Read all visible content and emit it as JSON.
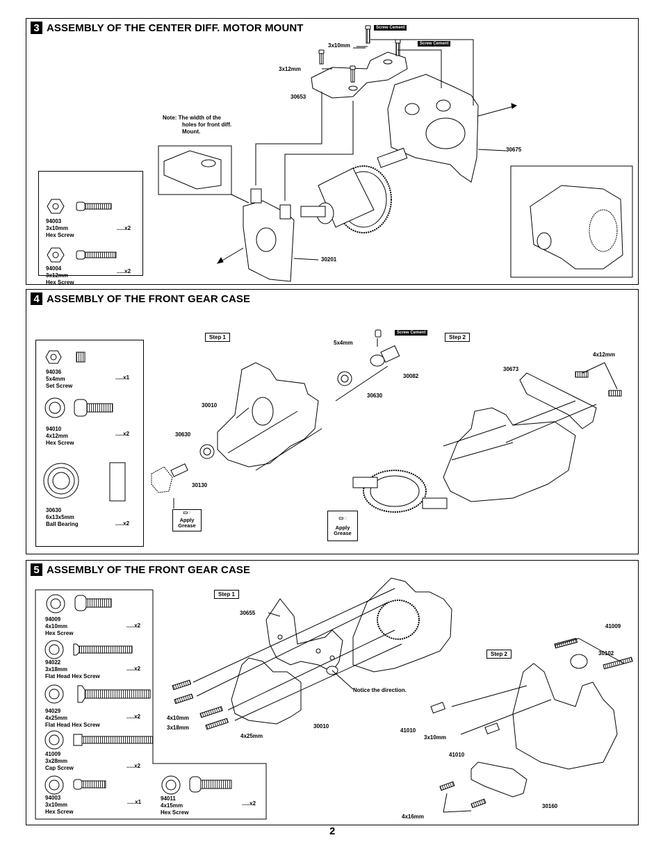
{
  "page_number": "2",
  "section3": {
    "number": "3",
    "title": "ASSEMBLY OF THE CENTER DIFF. MOTOR MOUNT",
    "note": [
      "Note: The width of the",
      "holes for front diff.",
      "Mount."
    ],
    "labels": {
      "m3x10": "3x10mm",
      "m3x12": "3x12mm",
      "p30653": "30653",
      "p30675": "30675",
      "p30201": "30201"
    },
    "cement1": "Screw Cement",
    "cement2": "Screw Cement",
    "parts": [
      {
        "id": "94003",
        "size": "3x10mm",
        "type": "Hex Screw",
        "qty": ".....x2"
      },
      {
        "id": "94004",
        "size": "3x12mm",
        "type": "Hex Screw",
        "qty": ".....x2"
      }
    ]
  },
  "section4": {
    "number": "4",
    "title": "ASSEMBLY OF THE FRONT GEAR CASE",
    "step1": "Step 1",
    "step2": "Step 2",
    "cement": "Screw Cement",
    "grease1": [
      "Apply",
      "Grease"
    ],
    "grease2": [
      "Apply",
      "Grease"
    ],
    "labels": {
      "m5x4": "5x4mm",
      "p30082": "30082",
      "p30630a": "30630",
      "p30010": "30010",
      "p30630b": "30630",
      "p30130": "30130",
      "p30673": "30673",
      "m4x12": "4x12mm"
    },
    "parts": [
      {
        "id": "94036",
        "size": "5x4mm",
        "type": "Set Screw",
        "qty": ".....x1"
      },
      {
        "id": "94010",
        "size": "4x12mm",
        "type": "Hex Screw",
        "qty": ".....x2"
      },
      {
        "id": "30630",
        "size": "6x13x5mm",
        "type": "Ball Bearing",
        "qty": ".....x2"
      }
    ]
  },
  "section5": {
    "number": "5",
    "title": "ASSEMBLY OF THE FRONT GEAR CASE",
    "step1": "Step 1",
    "step2": "Step 2",
    "notice": "Notice the direction.",
    "labels": {
      "p30655": "30655",
      "m4x10": "4x10mm",
      "m3x18": "3x18mm",
      "m4x25": "4x25mm",
      "p30010": "30010",
      "p41009": "41009",
      "p30102": "30102",
      "p41010a": "41010",
      "m3x10": "3x10mm",
      "p41010b": "41010",
      "p30160": "30160",
      "m4x16": "4x16mm"
    },
    "parts": [
      {
        "id": "94009",
        "size": "4x10mm",
        "type": "Hex Screw",
        "qty": ".....x2"
      },
      {
        "id": "94022",
        "size": "3x18mm",
        "type": "Flat Head Hex Screw",
        "qty": ".....x2"
      },
      {
        "id": "94029",
        "size": "4x25mm",
        "type": "Flat Head Hex Screw",
        "qty": ".....x2"
      },
      {
        "id": "41009",
        "size": "3x28mm",
        "type": "Cap Screw",
        "qty": ".....x2"
      },
      {
        "id": "94003",
        "size": "3x10mm",
        "type": "Hex Screw",
        "qty": ".....x1"
      },
      {
        "id": "94011",
        "size": "4x15mm",
        "type": "Hex Screw",
        "qty": ".....x2"
      }
    ]
  }
}
